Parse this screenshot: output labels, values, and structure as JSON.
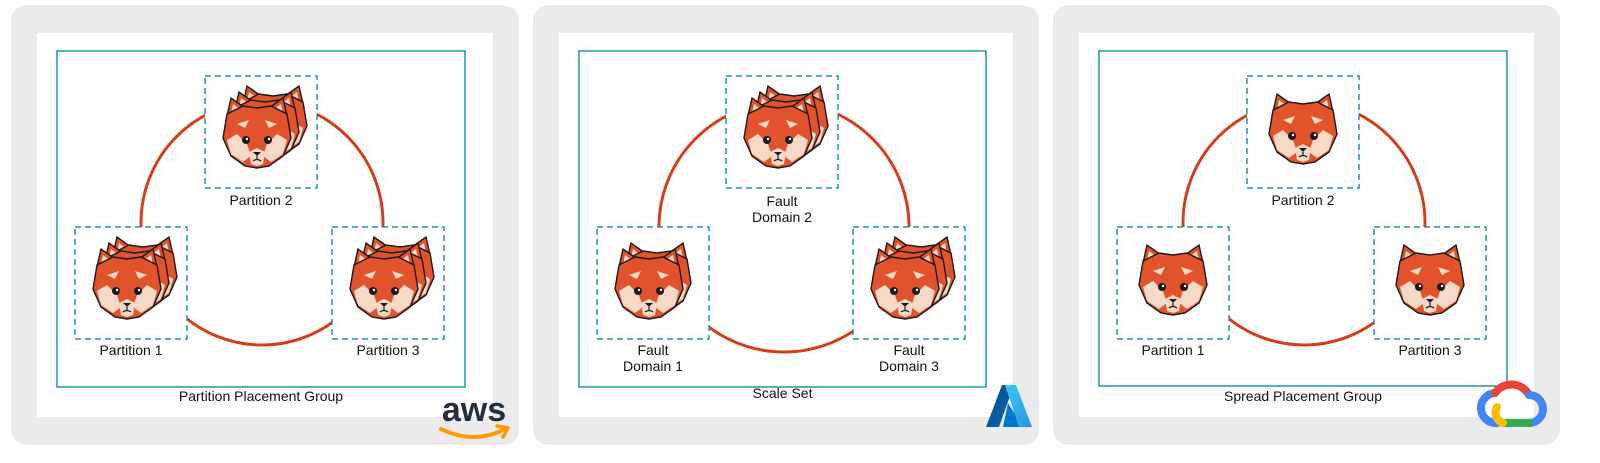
{
  "panels": [
    {
      "caption": "Partition Placement Group",
      "logo": "aws-logo",
      "logo_text": "aws",
      "nodes": [
        {
          "label_lines": [
            "Partition 2"
          ],
          "stack": 3
        },
        {
          "label_lines": [
            "Partition 1"
          ],
          "stack": 3
        },
        {
          "label_lines": [
            "Partition 3"
          ],
          "stack": 3
        }
      ]
    },
    {
      "caption": "Scale Set",
      "logo": "azure-logo",
      "nodes": [
        {
          "label_lines": [
            "Fault",
            "Domain 2"
          ],
          "stack": 3
        },
        {
          "label_lines": [
            "Fault",
            "Domain 1"
          ],
          "stack": 2
        },
        {
          "label_lines": [
            "Fault",
            "Domain 3"
          ],
          "stack": 3
        }
      ]
    },
    {
      "caption": "Spread Placement Group",
      "logo": "google-cloud-logo",
      "nodes": [
        {
          "label_lines": [
            "Partition 2"
          ],
          "stack": 1
        },
        {
          "label_lines": [
            "Partition 1"
          ],
          "stack": 1
        },
        {
          "label_lines": [
            "Partition 3"
          ],
          "stack": 1
        }
      ]
    }
  ],
  "colors": {
    "panel_bg": "#ebebeb",
    "group_border": "#1a97a3",
    "dashed_box": "#1a97a3",
    "ring": "#d23f1c",
    "panda_red": "#e2532b",
    "panda_light": "#f7d9c7",
    "aws_orange": "#ff9900"
  }
}
